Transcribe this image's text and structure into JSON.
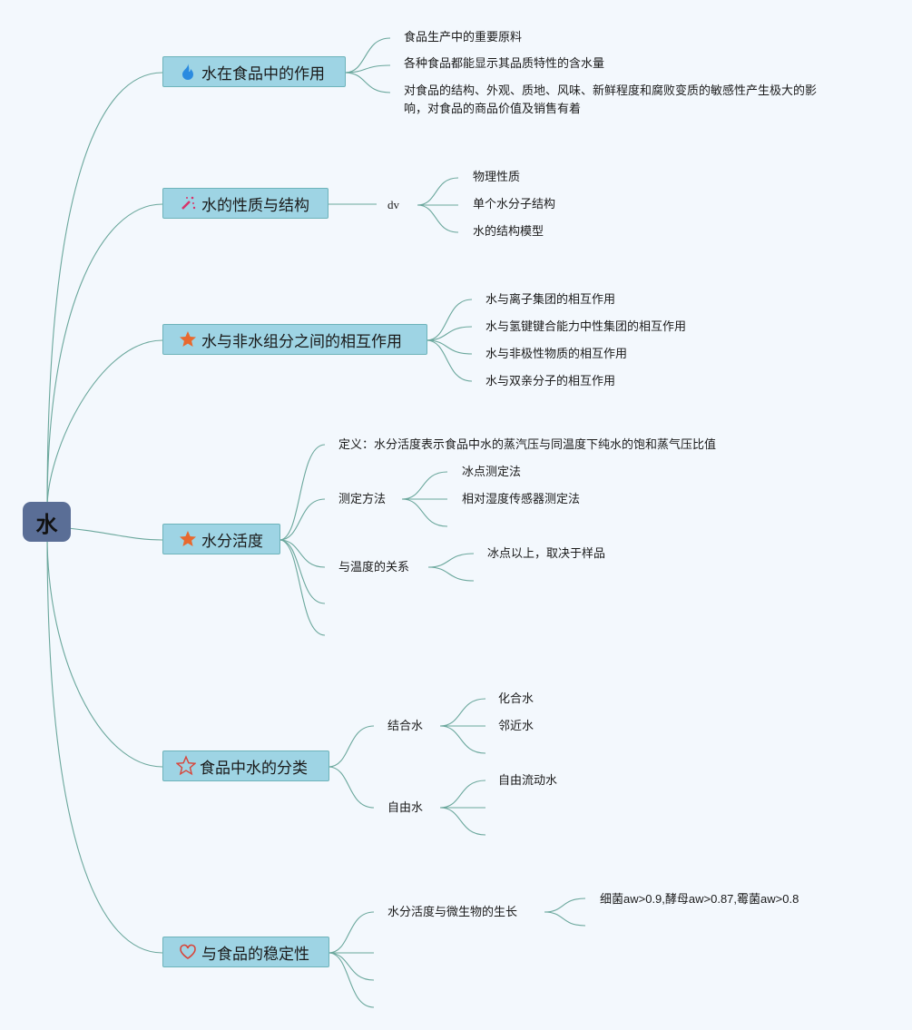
{
  "root": "水",
  "branches": [
    {
      "label": "水在食品中的作用",
      "icon": "fire-icon",
      "children": [
        "食品生产中的重要原料",
        "各种食品都能显示其品质特性的含水量",
        "对食品的结构、外观、质地、风味、新鲜程度和腐败变质的敏感性产生极大的影",
        "响，对食品的商品价值及销售有着"
      ]
    },
    {
      "label": "水的性质与结构",
      "icon": "magic-wand-icon",
      "children": [
        "dv"
      ],
      "grandchildren": [
        "物理性质",
        "单个水分子结构",
        "水的结构模型"
      ]
    },
    {
      "label": "水与非水组分之间的相互作用",
      "icon": "star-filled-icon",
      "children": [
        "水与离子集团的相互作用",
        "水与氢键键合能力中性集团的相互作用",
        "水与非极性物质的相互作用",
        "水与双亲分子的相互作用"
      ]
    },
    {
      "label": "水分活度",
      "icon": "star-filled-icon",
      "children": [
        "定义：水分活度表示食品中水的蒸汽压与同温度下纯水的饱和蒸气压比值",
        "测定方法",
        "与温度的关系"
      ],
      "measure_methods": [
        "冰点测定法",
        "相对湿度传感器测定法"
      ],
      "temperature": [
        "冰点以上，取决于样品"
      ]
    },
    {
      "label": "食品中水的分类",
      "icon": "star-outline-icon",
      "children": [
        "结合水",
        "自由水"
      ],
      "bound_water": [
        "化合水",
        "邻近水"
      ],
      "free_water": [
        "自由流动水"
      ]
    },
    {
      "label": "与食品的稳定性",
      "icon": "heart-icon",
      "children": [
        "水分活度与微生物的生长"
      ],
      "microbes": [
        "细菌aw>0.9,酵母aw>0.87,霉菌aw>0.8"
      ]
    }
  ],
  "colors": {
    "line": "#6aa79c",
    "root": "#5a6e96",
    "branch": "#9ed4e4",
    "background": "#f3f8fd"
  }
}
